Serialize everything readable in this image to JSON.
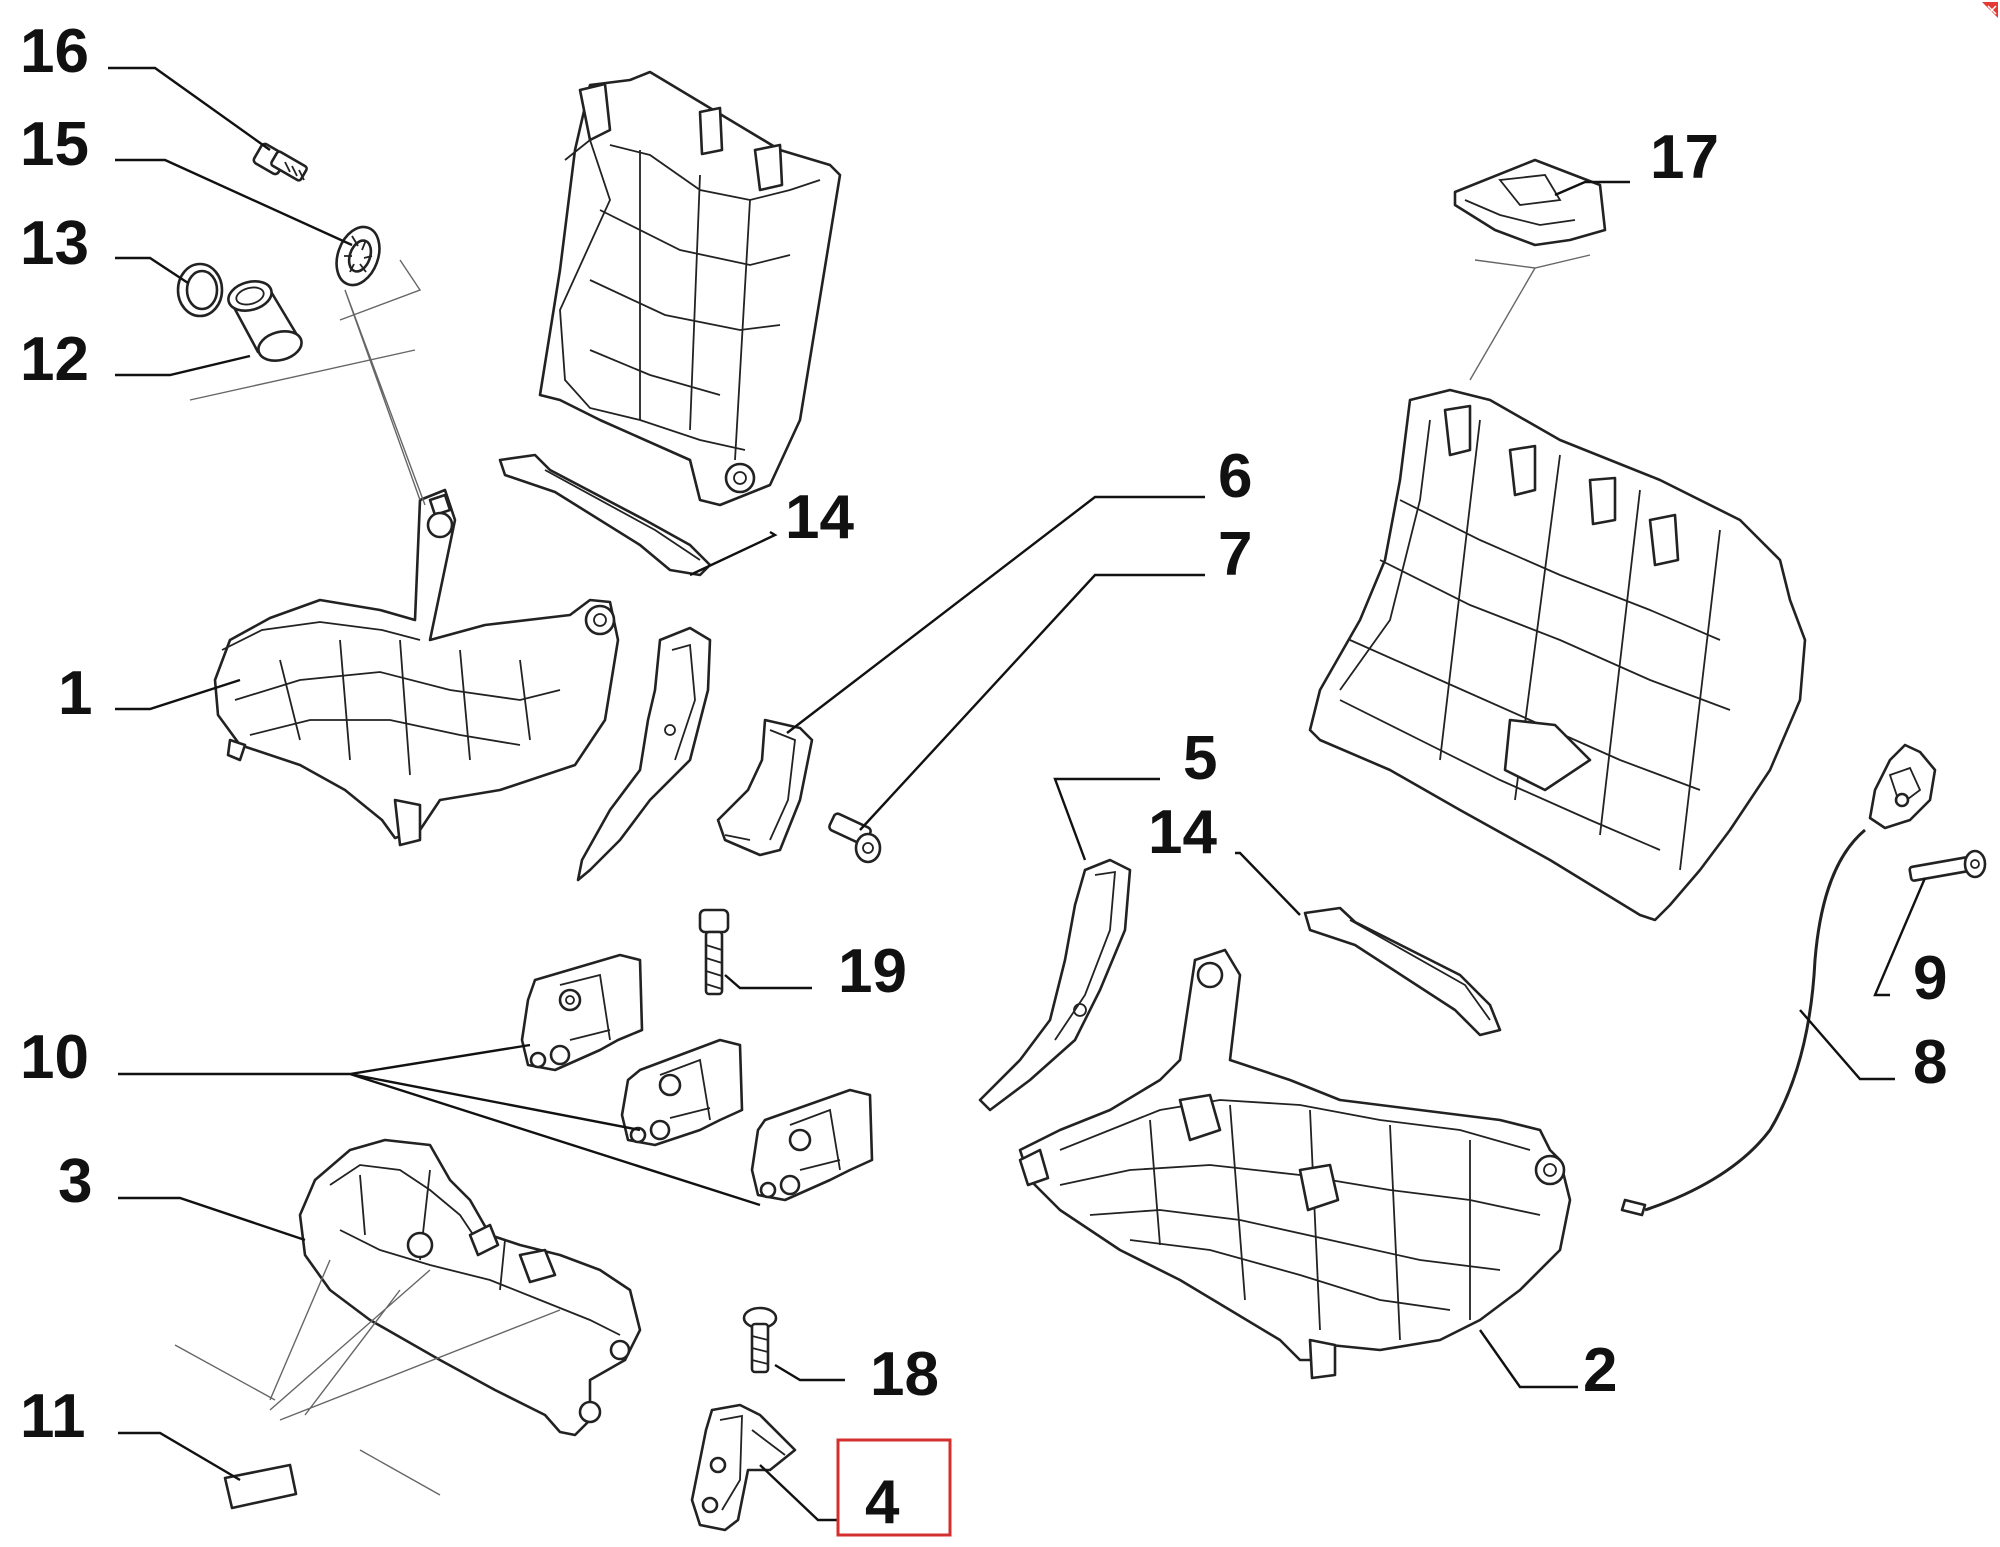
{
  "diagram": {
    "highlight_color": "#d32f2f",
    "highlighted_callout": "4",
    "callouts": [
      {
        "id": "1",
        "label": "1"
      },
      {
        "id": "2",
        "label": "2"
      },
      {
        "id": "3",
        "label": "3"
      },
      {
        "id": "4",
        "label": "4"
      },
      {
        "id": "5",
        "label": "5"
      },
      {
        "id": "6",
        "label": "6"
      },
      {
        "id": "7",
        "label": "7"
      },
      {
        "id": "8",
        "label": "8"
      },
      {
        "id": "9",
        "label": "9"
      },
      {
        "id": "10",
        "label": "10"
      },
      {
        "id": "11",
        "label": "11"
      },
      {
        "id": "12",
        "label": "12"
      },
      {
        "id": "13",
        "label": "13"
      },
      {
        "id": "14a",
        "label": "14"
      },
      {
        "id": "14b",
        "label": "14"
      },
      {
        "id": "15",
        "label": "15"
      },
      {
        "id": "16",
        "label": "16"
      },
      {
        "id": "17",
        "label": "17"
      },
      {
        "id": "18",
        "label": "18"
      },
      {
        "id": "19",
        "label": "19"
      }
    ],
    "parts": [
      {
        "name": "seat-frame-left",
        "icon": "seat-cushion-frame"
      },
      {
        "name": "seat-frame-right",
        "icon": "seat-cushion-frame"
      },
      {
        "name": "seat-back-frame-left",
        "icon": "seat-back-frame"
      },
      {
        "name": "seat-back-frame-right",
        "icon": "seat-back-frame"
      },
      {
        "name": "base-rail",
        "icon": "seat-base-rail"
      },
      {
        "name": "bracket",
        "icon": "bracket"
      },
      {
        "name": "side-trim",
        "icon": "trim-panel"
      },
      {
        "name": "hinge-cover",
        "icon": "cover"
      },
      {
        "name": "latch-plates",
        "icon": "latch-plate"
      },
      {
        "name": "release-cable",
        "icon": "cable"
      },
      {
        "name": "bolts",
        "icon": "bolt"
      },
      {
        "name": "bushing",
        "icon": "bushing"
      },
      {
        "name": "washer",
        "icon": "washer"
      },
      {
        "name": "strap",
        "icon": "strap"
      },
      {
        "name": "cap",
        "icon": "cap"
      },
      {
        "name": "pad",
        "icon": "pad"
      }
    ]
  }
}
